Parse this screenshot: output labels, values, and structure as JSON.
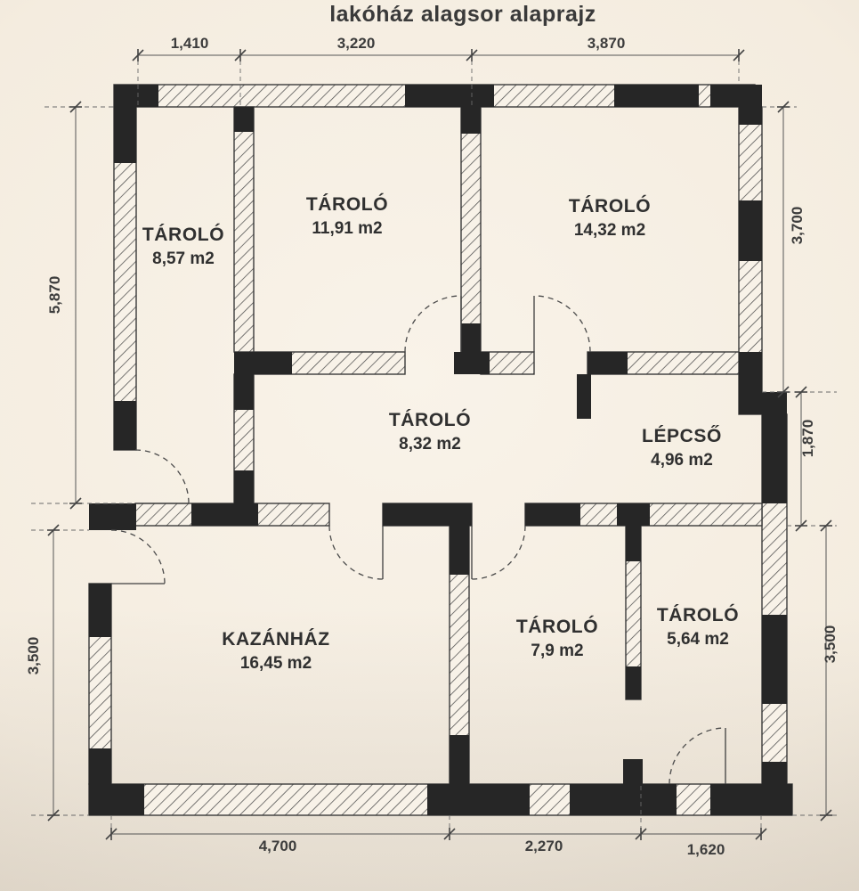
{
  "title": "lakóház alagsor alaprajz",
  "rooms": [
    {
      "name": "TÁROLÓ",
      "area": "8,57 m2"
    },
    {
      "name": "TÁROLÓ",
      "area": "11,91 m2"
    },
    {
      "name": "TÁROLÓ",
      "area": "14,32 m2"
    },
    {
      "name": "TÁROLÓ",
      "area": "8,32 m2"
    },
    {
      "name": "LÉPCSŐ",
      "area": "4,96 m2"
    },
    {
      "name": "KAZÁNHÁZ",
      "area": "16,45 m2"
    },
    {
      "name": "TÁROLÓ",
      "area": "7,9 m2"
    },
    {
      "name": "TÁROLÓ",
      "area": "5,64 m2"
    }
  ],
  "dims": {
    "top": [
      "1,410",
      "3,220",
      "3,870"
    ],
    "bottom": [
      "4,700",
      "2,270",
      "1,620"
    ],
    "left": [
      "5,870",
      "3,500"
    ],
    "right": [
      "3,700",
      "1,870",
      "3,500"
    ]
  },
  "colors": {
    "paper": "#f4ecdf",
    "ink": "#3a3a3a"
  }
}
